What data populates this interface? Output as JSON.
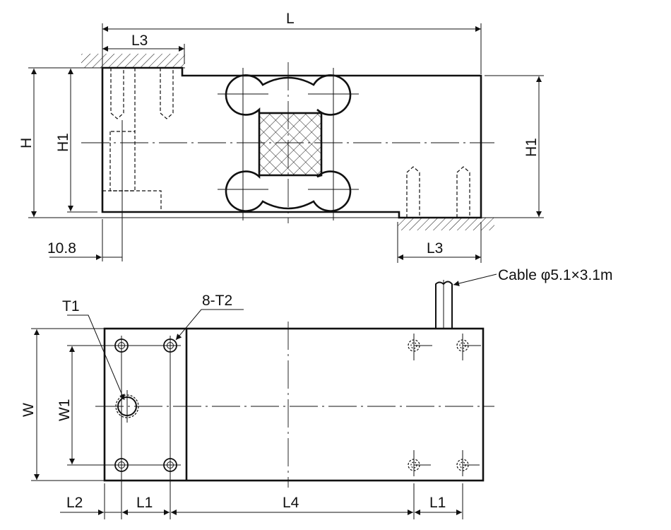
{
  "drawing": {
    "top_view": {
      "dim_L": "L",
      "dim_L3_top": "L3",
      "dim_L3_bottom": "L3",
      "dim_H": "H",
      "dim_H1_left": "H1",
      "dim_H1_right": "H1",
      "dim_offset": "10.8"
    },
    "bottom_view": {
      "callout_T1": "T1",
      "callout_T2": "8-T2",
      "cable_label": "Cable φ5.1×3.1m",
      "dim_W": "W",
      "dim_W1": "W1",
      "dim_L2": "L2",
      "dim_L1_left": "L1",
      "dim_L4": "L4",
      "dim_L1_right": "L1"
    }
  },
  "colors": {
    "line": "#111111",
    "background": "#ffffff"
  }
}
